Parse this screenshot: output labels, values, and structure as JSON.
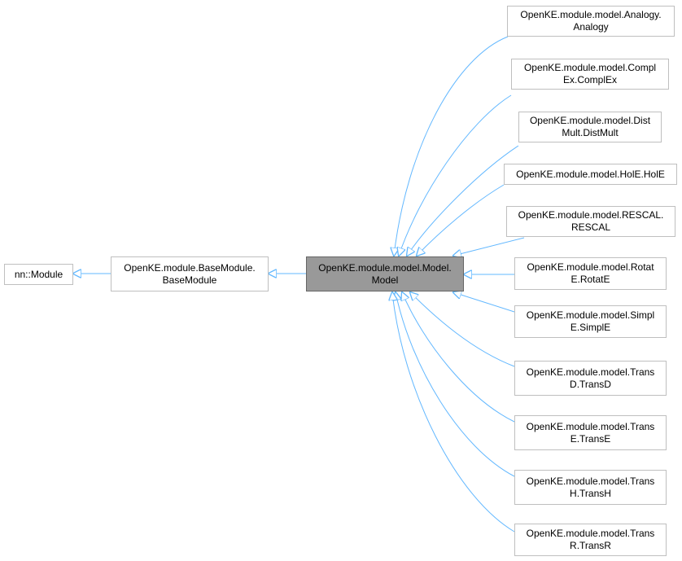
{
  "colors": {
    "edge": "#63b8ff",
    "node_border": "#bfbfbf",
    "current_fill": "#999999",
    "current_border": "#666666"
  },
  "nodes": {
    "nn_module": [
      "nn::Module"
    ],
    "base_module": [
      "OpenKE.module.BaseModule.",
      "BaseModule"
    ],
    "model": [
      "OpenKE.module.model.Model.",
      "Model"
    ],
    "analogy": [
      "OpenKE.module.model.Analogy.",
      "Analogy"
    ],
    "complex": [
      "OpenKE.module.model.Compl",
      "Ex.ComplEx"
    ],
    "distmult": [
      "OpenKE.module.model.Dist",
      "Mult.DistMult"
    ],
    "hole": [
      "OpenKE.module.model.HolE.HolE"
    ],
    "rescal": [
      "OpenKE.module.model.RESCAL.",
      "RESCAL"
    ],
    "rotate": [
      "OpenKE.module.model.Rotat",
      "E.RotatE"
    ],
    "simple": [
      "OpenKE.module.model.Simpl",
      "E.SimplE"
    ],
    "transd": [
      "OpenKE.module.model.Trans",
      "D.TransD"
    ],
    "transe": [
      "OpenKE.module.model.Trans",
      "E.TransE"
    ],
    "transh": [
      "OpenKE.module.model.Trans",
      "H.TransH"
    ],
    "transr": [
      "OpenKE.module.model.Trans",
      "R.TransR"
    ]
  }
}
